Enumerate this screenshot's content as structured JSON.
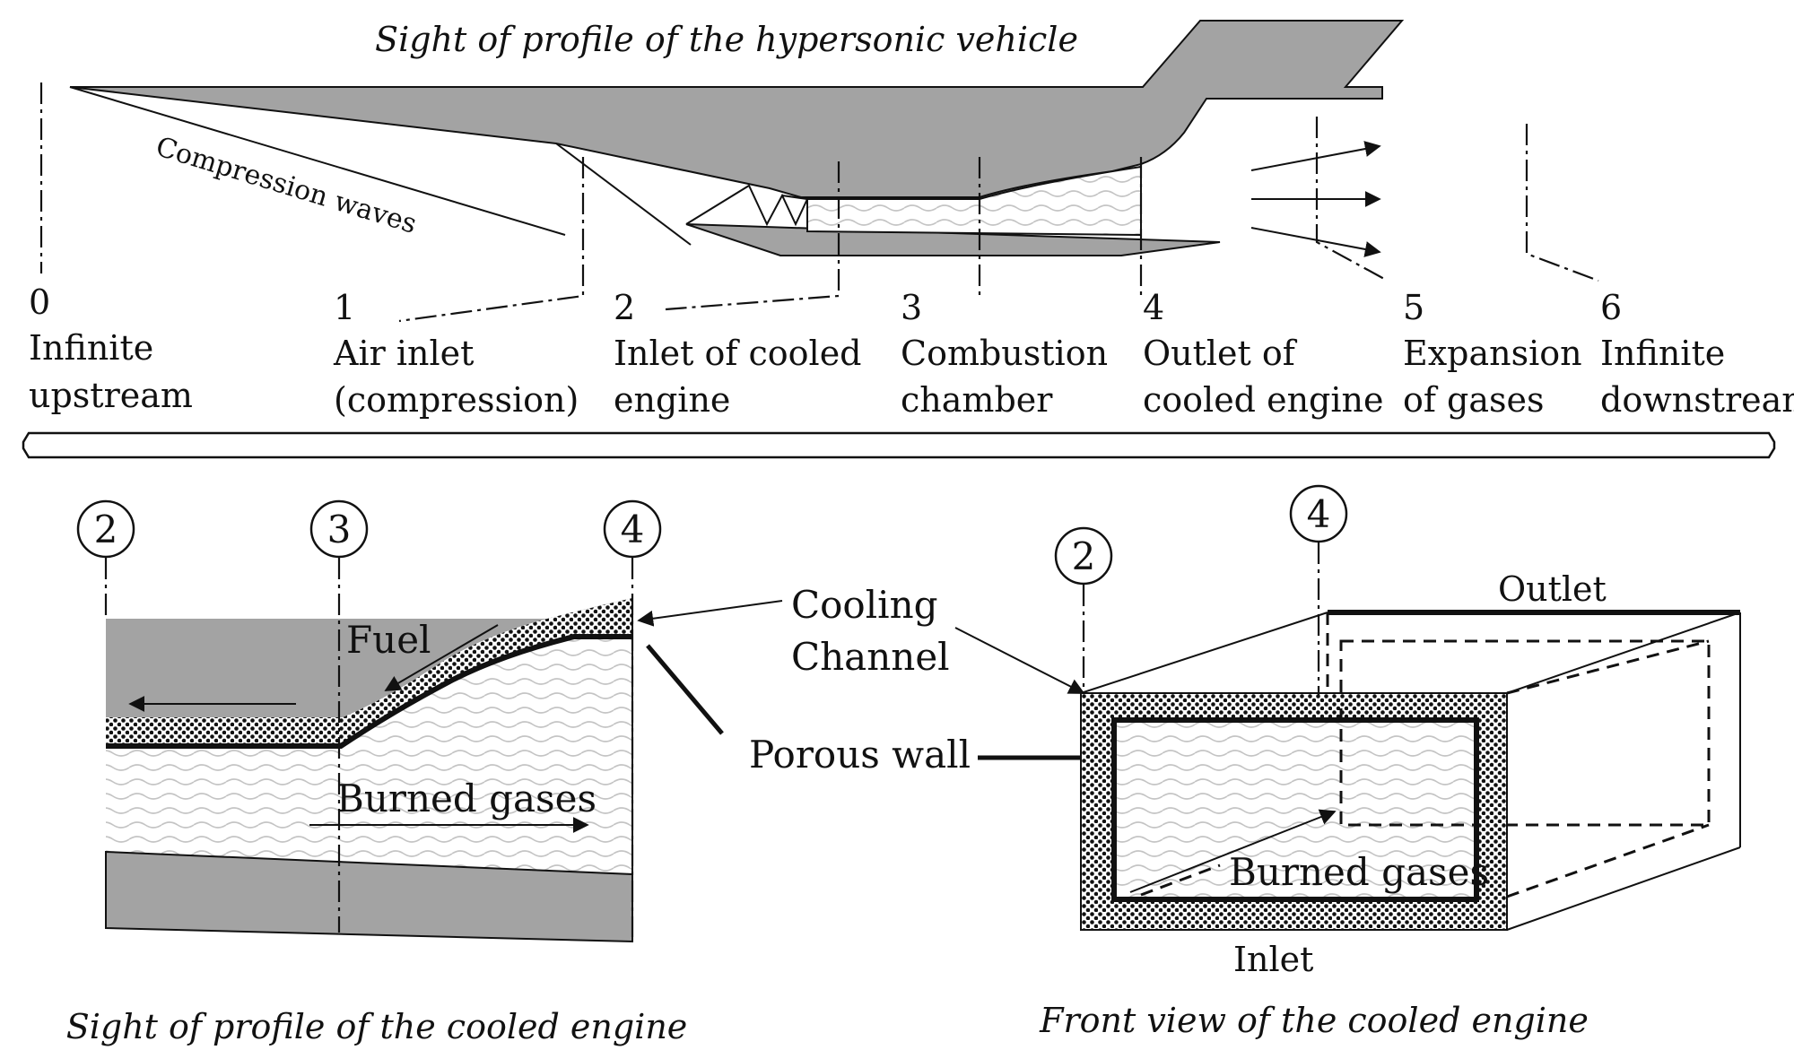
{
  "top": {
    "title": "Sight of profile of the hypersonic vehicle",
    "compression_label": "Compression waves",
    "stations": [
      {
        "num": "0",
        "line1": "Infinite",
        "line2": "upstream"
      },
      {
        "num": "1",
        "line1": "Air inlet",
        "line2": "(compression)"
      },
      {
        "num": "2",
        "line1": "Inlet of cooled",
        "line2": "engine"
      },
      {
        "num": "3",
        "line1": "Combustion",
        "line2": "chamber"
      },
      {
        "num": "4",
        "line1": "Outlet of",
        "line2": "cooled engine"
      },
      {
        "num": "5",
        "line1": "Expansion",
        "line2": "of gases"
      },
      {
        "num": "6",
        "line1": "Infinite",
        "line2": "downstream"
      }
    ]
  },
  "bottom_left": {
    "caption": "Sight of profile of the cooled engine",
    "markers": [
      "2",
      "3",
      "4"
    ],
    "fuel": "Fuel",
    "burned": "Burned gases"
  },
  "shared": {
    "cooling_line1": "Cooling",
    "cooling_line2": "Channel",
    "porous": "Porous wall"
  },
  "bottom_right": {
    "caption": "Front view of the cooled engine",
    "markers": [
      "2",
      "4"
    ],
    "outlet": "Outlet",
    "inlet": "Inlet",
    "burned": "Burned gases"
  },
  "colors": {
    "structure": "#a3a3a3",
    "line": "#111111"
  }
}
